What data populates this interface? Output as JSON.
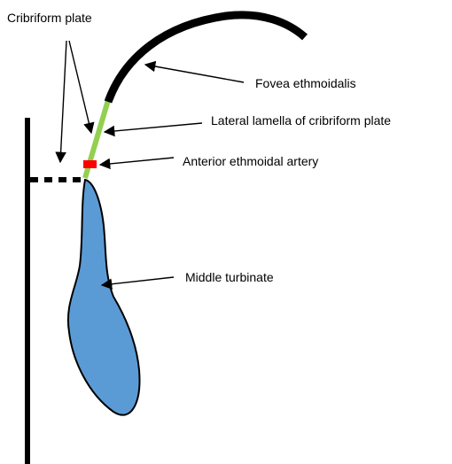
{
  "labels": {
    "cribriform_plate": "Cribriform plate",
    "fovea_ethmoidalis": "Fovea ethmoidalis",
    "lateral_lamella": "Lateral lamella of cribriform plate",
    "anterior_ethmoidal_artery": "Anterior ethmoidal artery",
    "middle_turbinate": "Middle turbinate"
  },
  "colors": {
    "background": "#ffffff",
    "skull_base": "#000000",
    "lateral_lamella": "#92d050",
    "artery": "#ff0000",
    "turbinate_fill": "#5b9bd5",
    "turbinate_outline": "#000000",
    "text": "#000000"
  }
}
